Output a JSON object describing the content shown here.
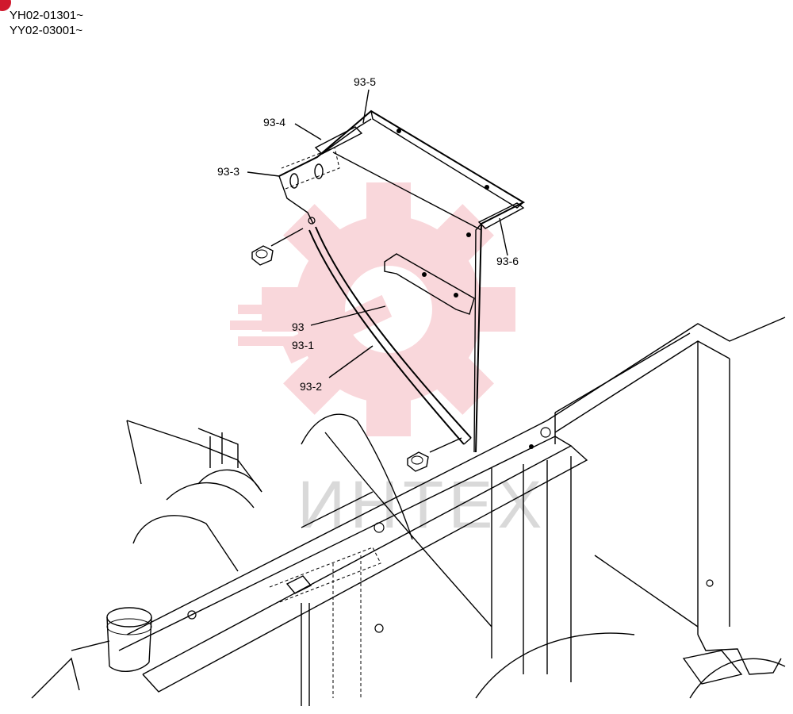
{
  "serials": [
    "YH02-01301~",
    "YY02-03001~"
  ],
  "watermark": {
    "text": "ИНТЕХ",
    "color": "#f5b8bf"
  },
  "callouts": [
    "93-5",
    "93-4",
    "93-3",
    "93-6",
    "93",
    "93-1",
    "93-2"
  ],
  "icons": {
    "corner": "red-circle-mark",
    "watermark": "gear-wrench-logo"
  }
}
